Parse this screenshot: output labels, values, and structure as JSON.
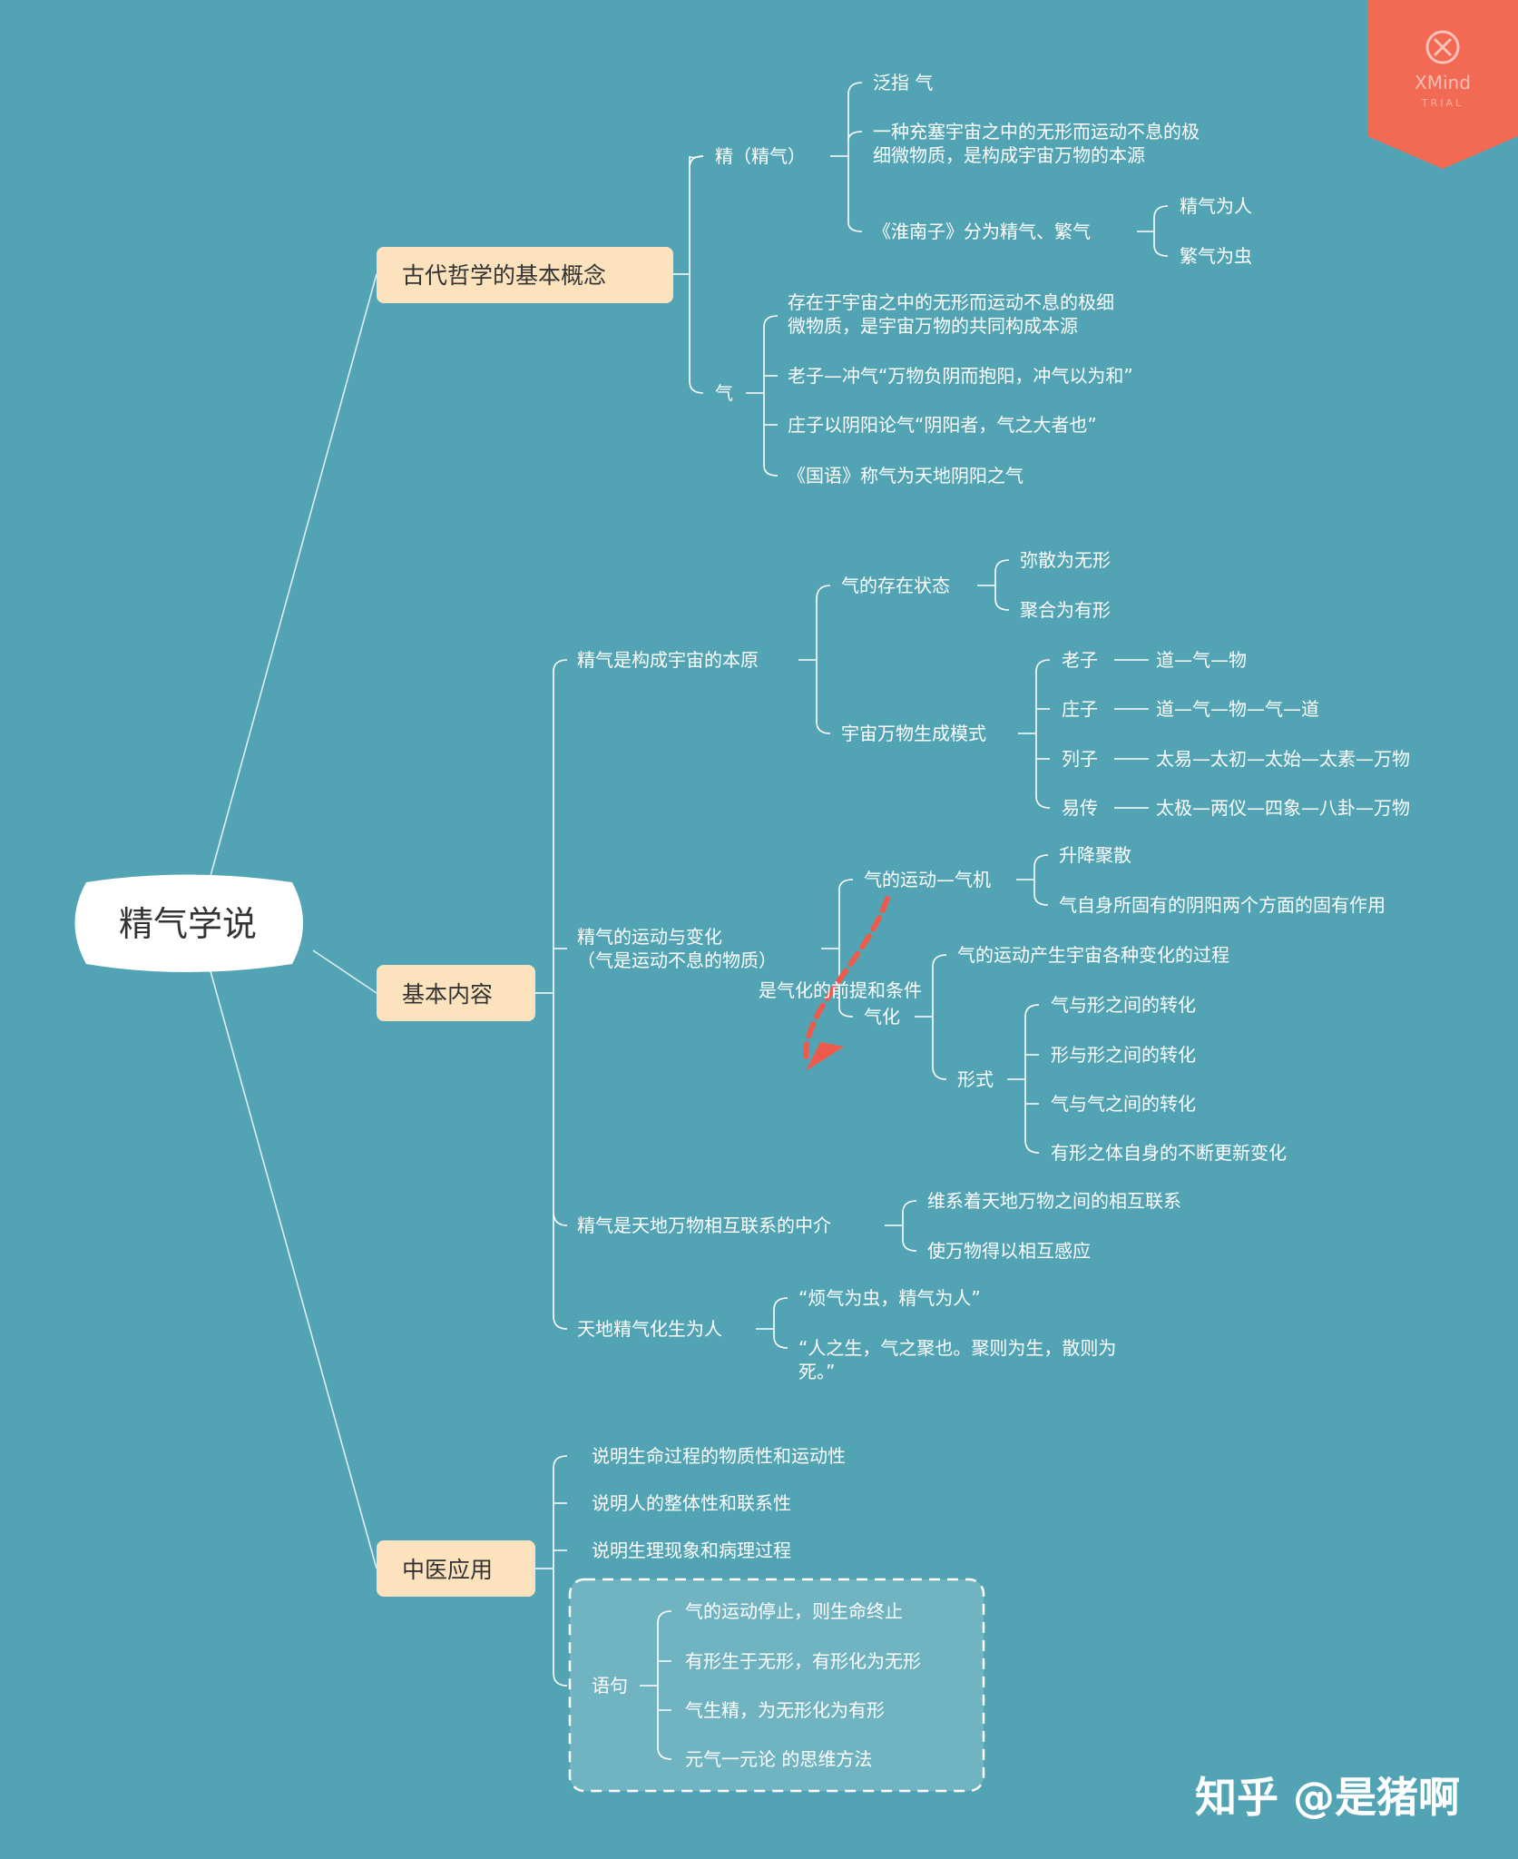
{
  "colors": {
    "background": "#52a4b4",
    "branch_fill": "#fce3bd",
    "badge": "#f26a54",
    "arrow": "#ee5a4b"
  },
  "root": {
    "label": "精气学说"
  },
  "branches": {
    "ancient": {
      "label": "古代哲学的基本概念",
      "jing": {
        "label": "精（精气）",
        "items": [
          "泛指 气",
          "一种充塞宇宙之中的无形而运动不息的极",
          "细微物质，是构成宇宙万物的本源",
          "《淮南子》分为精气、繁气"
        ],
        "huainan": [
          "精气为人",
          "繁气为虫"
        ]
      },
      "qi": {
        "label": "气",
        "items": [
          "存在于宇宙之中的无形而运动不息的极细",
          "微物质，是宇宙万物的共同构成本源",
          "老子—冲气“万物负阴而抱阳，冲气以为和”",
          "庄子以阴阳论气“阴阳者，气之大者也”",
          "《国语》称气为天地阴阳之气"
        ]
      }
    },
    "basic": {
      "label": "基本内容",
      "origin": {
        "label": "精气是构成宇宙的本原",
        "state": {
          "label": "气的存在状态",
          "items": [
            "弥散为无形",
            "聚合为有形"
          ]
        },
        "mode": {
          "label": "宇宙万物生成模式",
          "rows": [
            {
              "name": "老子",
              "chain": "道—气—物"
            },
            {
              "name": "庄子",
              "chain": "道—气—物—气—道"
            },
            {
              "name": "列子",
              "chain": "太易—太初—太始—太素—万物"
            },
            {
              "name": "易传",
              "chain": "太极—两仪—四象—八卦—万物"
            }
          ]
        }
      },
      "motion": {
        "label": "精气的运动与变化",
        "label2": "（气是运动不息的物质）",
        "qiji": {
          "label": "气的运动—气机",
          "items": [
            "升降聚散",
            "气自身所固有的阴阳两个方面的固有作用"
          ]
        },
        "note": "是气化的前提和条件",
        "qihua": {
          "label": "气化",
          "process": "气的运动产生宇宙各种变化的过程",
          "form": {
            "label": "形式",
            "items": [
              "气与形之间的转化",
              "形与形之间的转化",
              "气与气之间的转化",
              "有形之体自身的不断更新变化"
            ]
          }
        }
      },
      "medium": {
        "label": "精气是天地万物相互联系的中介",
        "items": [
          "维系着天地万物之间的相互联系",
          "使万物得以相互感应"
        ]
      },
      "human": {
        "label": "天地精气化生为人",
        "items": [
          "“烦气为虫，精气为人”",
          "“人之生，气之聚也。聚则为生，散则为",
          "死。”"
        ]
      }
    },
    "tcm": {
      "label": "中医应用",
      "items": [
        "说明生命过程的物质性和运动性",
        "说明人的整体性和联系性",
        "说明生理现象和病理过程"
      ],
      "sentences": {
        "label": "语句",
        "items": [
          "气的运动停止，则生命终止",
          "有形生于无形，有形化为无形",
          "气生精，为无形化为有形",
          "元气一元论 的思维方法"
        ]
      }
    }
  },
  "badge": {
    "icon": "xmind-icon",
    "brand": "XMind",
    "sub": "TRIAL"
  },
  "watermark": "知乎 @是猪啊"
}
